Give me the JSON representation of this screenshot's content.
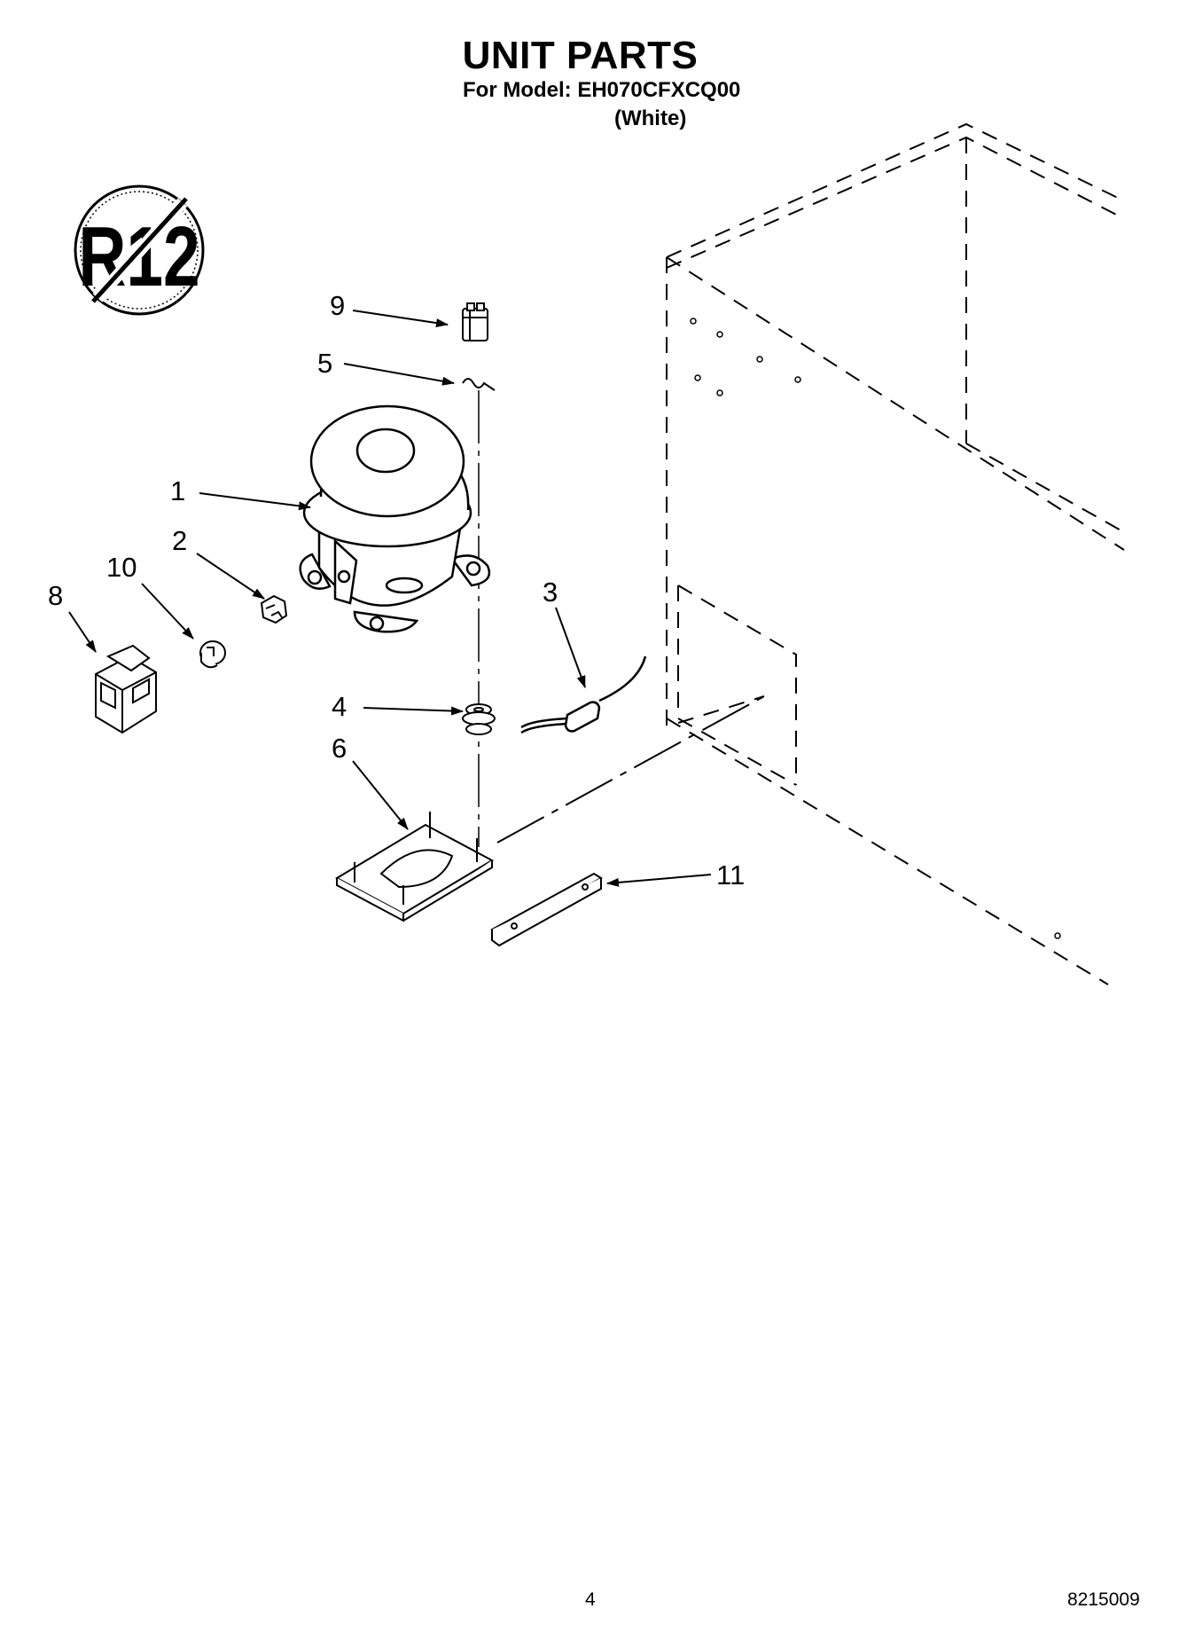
{
  "header": {
    "title": "UNIT PARTS",
    "model_line": "For Model: EH070CFXCQ00",
    "color_variant": "(White)"
  },
  "badge": {
    "icon": "no-r12-refrigerant-icon",
    "text": "R12"
  },
  "callouts": [
    {
      "id": "1",
      "part": "compressor"
    },
    {
      "id": "2",
      "part": "overload-clip"
    },
    {
      "id": "3",
      "part": "drier-tube"
    },
    {
      "id": "4",
      "part": "grommet"
    },
    {
      "id": "5",
      "part": "mounting-clip"
    },
    {
      "id": "6",
      "part": "compressor-base-plate"
    },
    {
      "id": "8",
      "part": "relay-overload"
    },
    {
      "id": "9",
      "part": "capacitor"
    },
    {
      "id": "10",
      "part": "cover"
    },
    {
      "id": "11",
      "part": "support-bracket"
    }
  ],
  "footer": {
    "page_number": "4",
    "document_number": "8215009"
  }
}
